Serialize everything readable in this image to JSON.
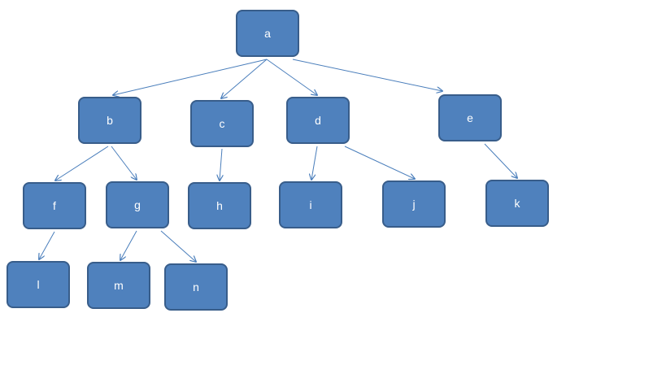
{
  "tree": {
    "nodes": {
      "a": "a",
      "b": "b",
      "c": "c",
      "d": "d",
      "e": "e",
      "f": "f",
      "g": "g",
      "h": "h",
      "i": "i",
      "j": "j",
      "k": "k",
      "l": "l",
      "m": "m",
      "n": "n"
    },
    "edges": [
      [
        "a",
        "b"
      ],
      [
        "a",
        "c"
      ],
      [
        "a",
        "d"
      ],
      [
        "a",
        "e"
      ],
      [
        "b",
        "f"
      ],
      [
        "b",
        "g"
      ],
      [
        "c",
        "h"
      ],
      [
        "d",
        "i"
      ],
      [
        "d",
        "j"
      ],
      [
        "e",
        "k"
      ],
      [
        "f",
        "l"
      ],
      [
        "g",
        "m"
      ],
      [
        "g",
        "n"
      ]
    ],
    "colors": {
      "node_fill": "#4f81bd",
      "node_border": "#385d8a",
      "edge": "#4a7ebb",
      "label": "#ffffff"
    }
  }
}
